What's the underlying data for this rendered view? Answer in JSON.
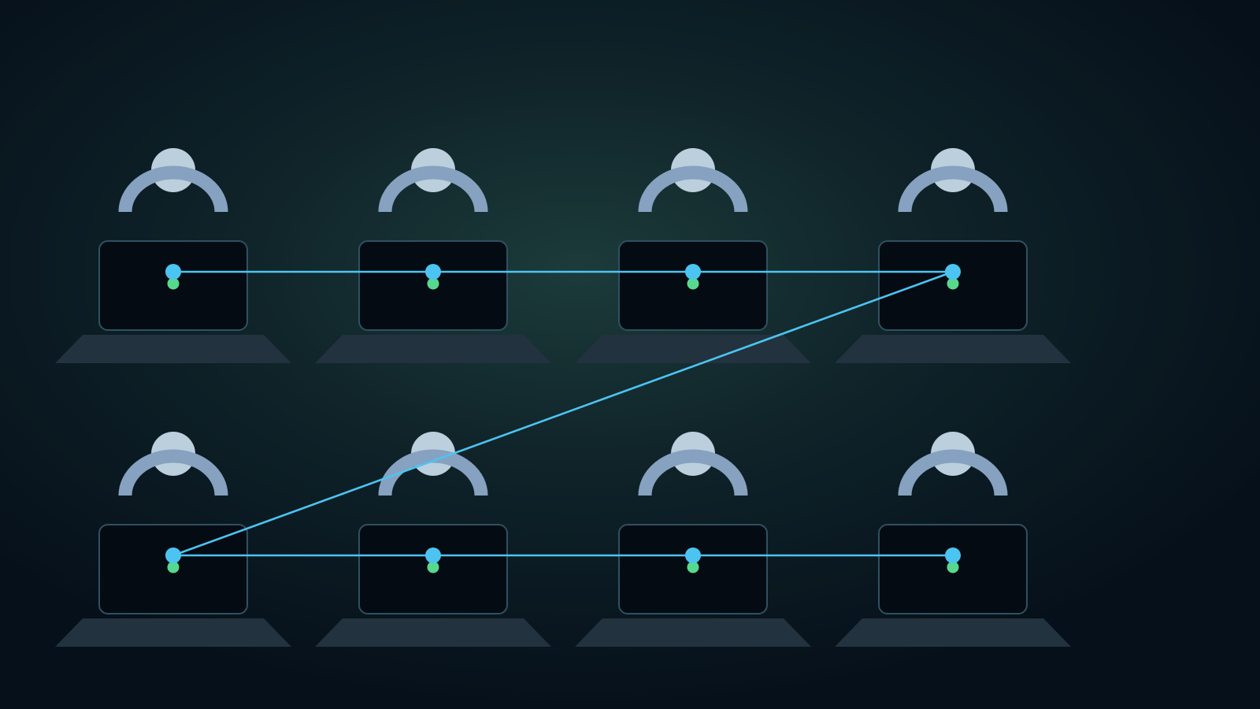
{
  "colors": {
    "background_dark": "#06101a",
    "background_glow": "#1c3b3a",
    "head": "#bccfdd",
    "shoulders": "#86a2c0",
    "desk": "#22323e",
    "screen_fill": "#040b12",
    "screen_border": "#2e5163",
    "connection_line": "#4cc4f2",
    "node_blue": "#4cc4f2",
    "node_green": "#57d98d"
  },
  "workstations": [
    {
      "row": 1,
      "col": 1,
      "icon": "person-at-laptop-icon"
    },
    {
      "row": 1,
      "col": 2,
      "icon": "person-at-laptop-icon"
    },
    {
      "row": 1,
      "col": 3,
      "icon": "person-at-laptop-icon"
    },
    {
      "row": 1,
      "col": 4,
      "icon": "person-at-laptop-icon"
    },
    {
      "row": 2,
      "col": 1,
      "icon": "person-at-laptop-icon"
    },
    {
      "row": 2,
      "col": 2,
      "icon": "person-at-laptop-icon"
    },
    {
      "row": 2,
      "col": 3,
      "icon": "person-at-laptop-icon"
    },
    {
      "row": 2,
      "col": 4,
      "icon": "person-at-laptop-icon"
    }
  ],
  "connections": [
    {
      "from": 0,
      "to": 1
    },
    {
      "from": 1,
      "to": 2
    },
    {
      "from": 2,
      "to": 3
    },
    {
      "from": 3,
      "to": 4
    },
    {
      "from": 4,
      "to": 5
    },
    {
      "from": 5,
      "to": 6
    },
    {
      "from": 6,
      "to": 7
    }
  ]
}
